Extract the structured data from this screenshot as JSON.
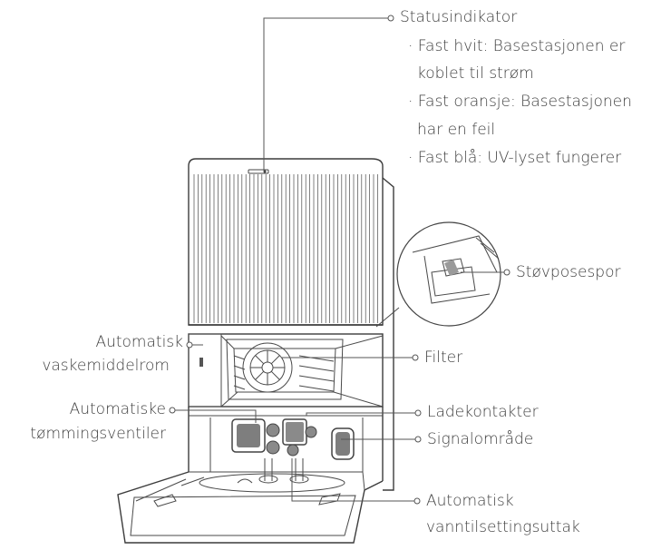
{
  "labels": {
    "statusindikator": "Statusindikator",
    "status_white_1": "· Fast hvit: Basestasjonen er",
    "status_white_2": "koblet til strøm",
    "status_orange_1": "· Fast oransje: Basestasjonen",
    "status_orange_2": "har en feil",
    "status_blue": "· Fast blå: UV-lyset fungerer",
    "stovposespor": "Støvposespor",
    "vaskemiddel_1": "Automatisk",
    "vaskemiddel_2": "vaskemiddelrom",
    "filter": "Filter",
    "tomming_1": "Automatiske",
    "tomming_2": "tømmingsventiler",
    "ladekontakter": "Ladekontakter",
    "signalomrade": "Signalområde",
    "vanntilsetting_1": "Automatisk",
    "vanntilsetting_2": "vanntilsettingsuttak"
  }
}
